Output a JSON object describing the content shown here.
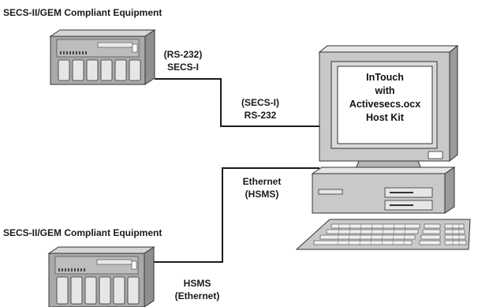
{
  "equipment_top": {
    "title": "SECS-II/GEM Compliant Equipment"
  },
  "equipment_bottom": {
    "title": "SECS-II/GEM Compliant Equipment"
  },
  "links": {
    "serial_equipment_side": {
      "line1": "(RS-232)",
      "line2": "SECS-I"
    },
    "serial_host_side": {
      "line1": "(SECS-I)",
      "line2": "RS-232"
    },
    "network_host_side": {
      "line1": "Ethernet",
      "line2": "(HSMS)"
    },
    "network_equipment_side": {
      "line1": "HSMS",
      "line2": "(Ethernet)"
    }
  },
  "host": {
    "screen_lines": [
      "InTouch",
      "with",
      "Activesecs.ocx",
      "Host Kit"
    ]
  },
  "colors": {
    "line": "#1a1a1a",
    "equipment_body": "#a9a9a9",
    "equipment_light": "#d6d6d6",
    "computer_body": "#c9c9c9",
    "computer_light": "#e6e6e6",
    "screen": "#ffffff"
  }
}
